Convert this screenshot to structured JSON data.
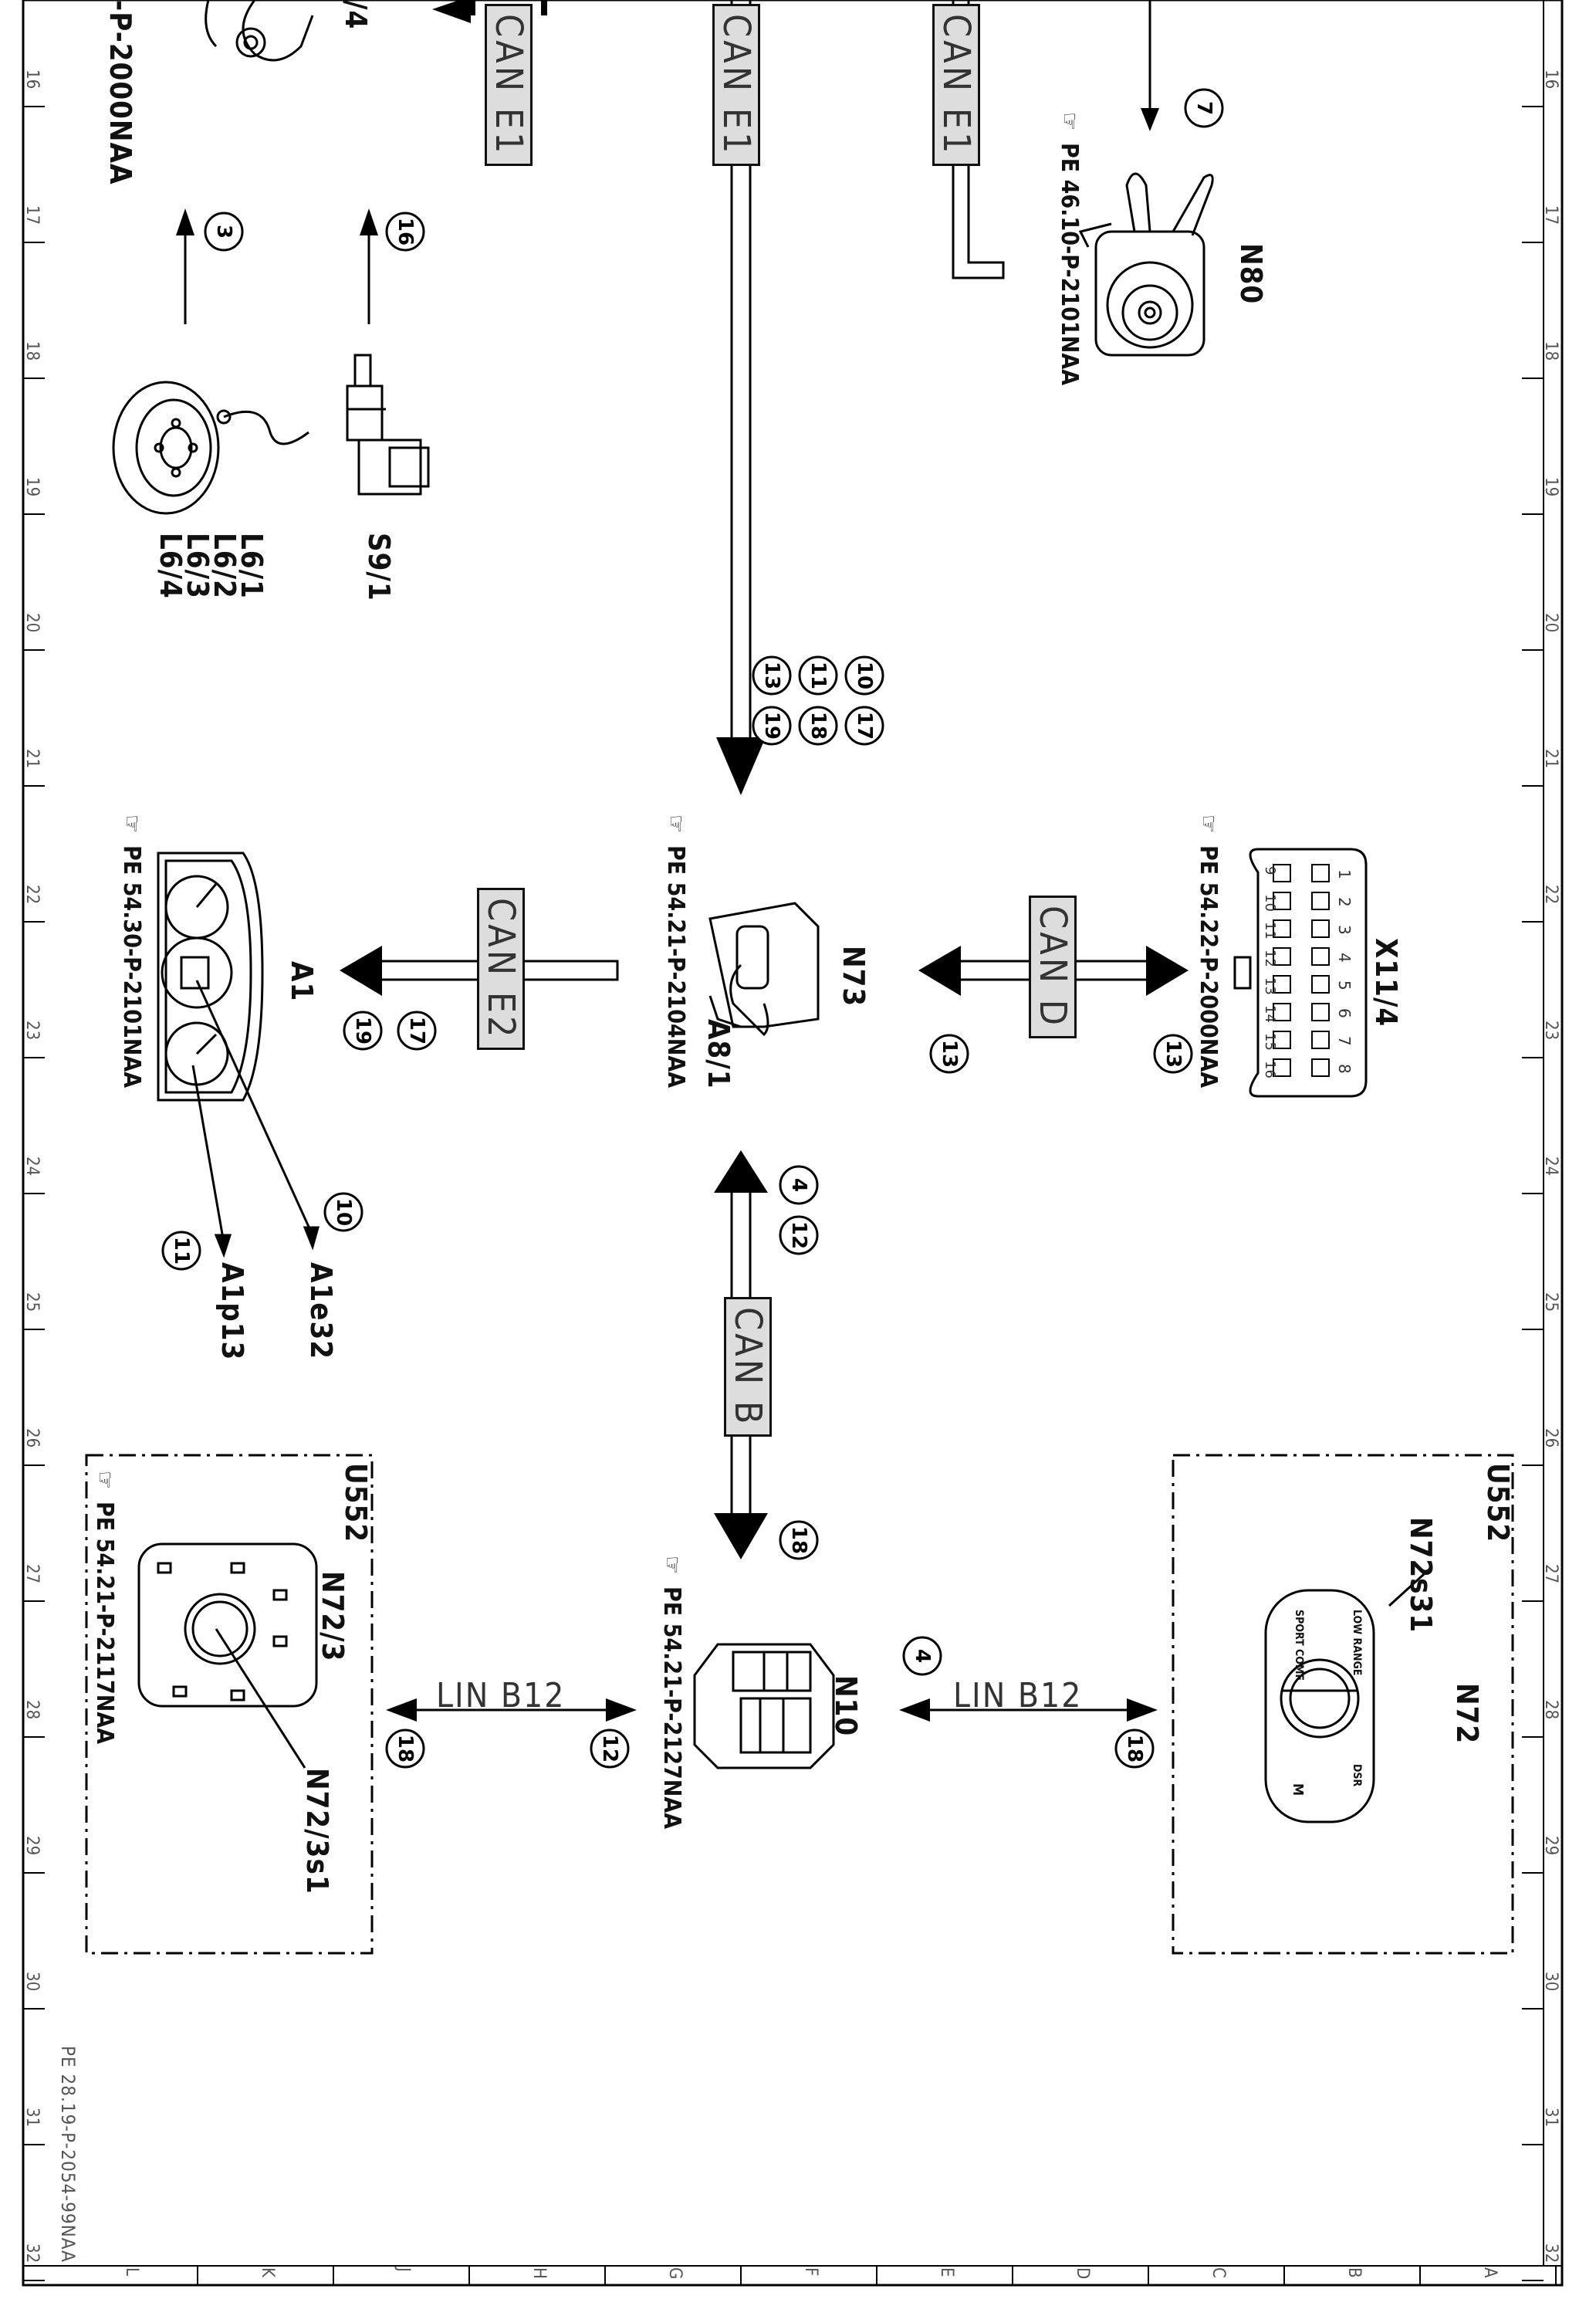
{
  "drawing_id": "PE 28.19-P-2054-99NAA",
  "grid": {
    "rows": [
      "16",
      "17",
      "18",
      "19",
      "20",
      "21",
      "22",
      "23",
      "24",
      "25",
      "26",
      "27",
      "28",
      "29",
      "30",
      "31",
      "32"
    ],
    "columns": [
      "L",
      "K",
      "J",
      "H",
      "G",
      "F",
      "E",
      "D",
      "C",
      "B",
      "A"
    ]
  },
  "buses": {
    "can_e1_1": "CAN E1",
    "can_e1_2": "CAN E1",
    "can_e1_3": "CAN E1",
    "can_e2": "CAN E2",
    "can_d": "CAN D",
    "can_b": "CAN B",
    "lin_b12_left": "LIN  B12",
    "lin_b12_right": "LIN  B12"
  },
  "components": {
    "top_partial_ref": "-P-2000NAA",
    "top_partial_label": "/4",
    "n80": {
      "label": "N80",
      "ref": "PE 46.10-P-2101NAA"
    },
    "s9_1": {
      "label": "S9/1"
    },
    "l6": {
      "labels": [
        "L6/1",
        "L6/2",
        "L6/3",
        "L6/4"
      ]
    },
    "x11_4": {
      "label": "X11/4",
      "ref": "PE 54.22-P-2000NAA",
      "pins_top": [
        "1",
        "2",
        "3",
        "4",
        "5",
        "6",
        "7",
        "8"
      ],
      "pins_bottom": [
        "9",
        "10",
        "11",
        "12",
        "13",
        "14",
        "15",
        "16"
      ]
    },
    "n73": {
      "label": "N73",
      "sub_label": "A8/1",
      "ref": "PE 54.21-P-2104NAA"
    },
    "a1": {
      "label": "A1",
      "ref": "PE 54.30-P-2101NAA",
      "sub1": "A1e32",
      "sub2": "A1p13"
    },
    "n10": {
      "label": "N10",
      "ref": "PE 54.21-P-2127NAA"
    },
    "n72": {
      "label": "N72",
      "sub_label": "N72s31",
      "group": "U552",
      "switch_labels": [
        "LOW RANGE",
        "SPORT COMF",
        "DSR",
        "M"
      ]
    },
    "n72_3": {
      "label": "N72/3",
      "sub_label": "N72/3s1",
      "group": "U552",
      "ref": "PE 54.21-P-2117NAA"
    }
  },
  "signals": {
    "s3": "3",
    "s16": "16",
    "s7": "7",
    "s10": "10",
    "s11": "11",
    "s13": "13",
    "s17": "17",
    "s18": "18",
    "s19": "19",
    "s4": "4",
    "s12": "12"
  },
  "ref_icon": "pointing-hand-icon"
}
